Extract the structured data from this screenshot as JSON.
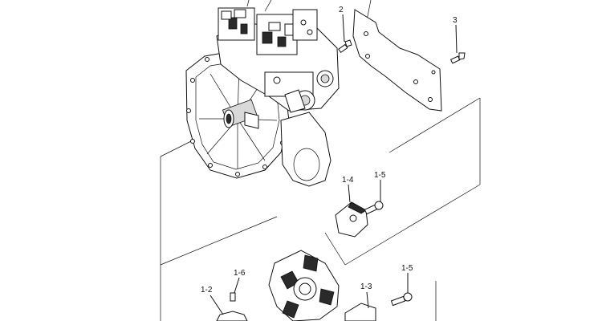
{
  "callouts": {
    "c2": "2",
    "c3": "3",
    "c14": "1-4",
    "c15a": "1-5",
    "c16": "1-6",
    "c12": "1-2",
    "c13": "1-3",
    "c15b": "1-5"
  }
}
